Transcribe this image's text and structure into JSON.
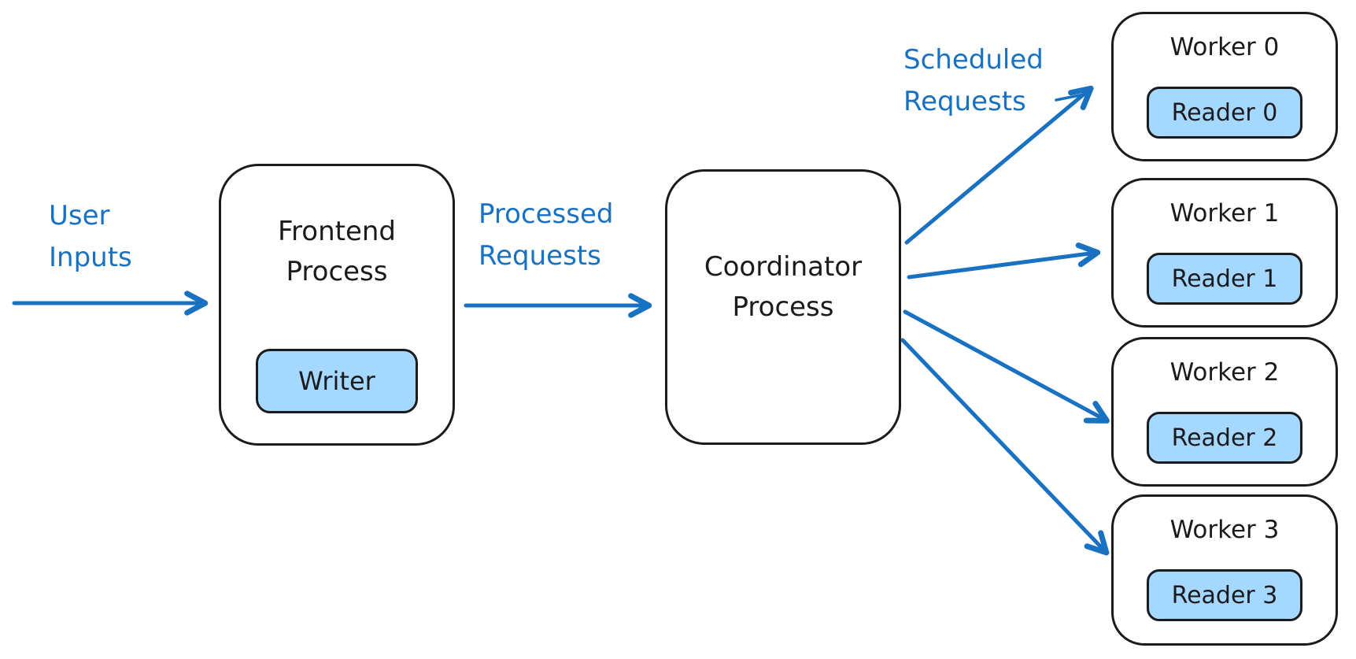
{
  "diagram": {
    "colors": {
      "accent_blue": "#1971c2",
      "node_fill_blue": "#a5d8ff",
      "stroke_dark": "#1b1b1f",
      "background": "#ffffff"
    },
    "labels": {
      "user_inputs": "User\nInputs",
      "processed_requests": "Processed\nRequests",
      "scheduled_requests": "Scheduled\nRequests"
    },
    "nodes": {
      "frontend": {
        "title": "Frontend\nProcess",
        "child": "Writer"
      },
      "coordinator": {
        "title": "Coordinator\nProcess"
      }
    },
    "workers": [
      {
        "label": "Worker 0",
        "reader": "Reader 0"
      },
      {
        "label": "Worker 1",
        "reader": "Reader 1"
      },
      {
        "label": "Worker 2",
        "reader": "Reader 2"
      },
      {
        "label": "Worker 3",
        "reader": "Reader 3"
      }
    ]
  }
}
